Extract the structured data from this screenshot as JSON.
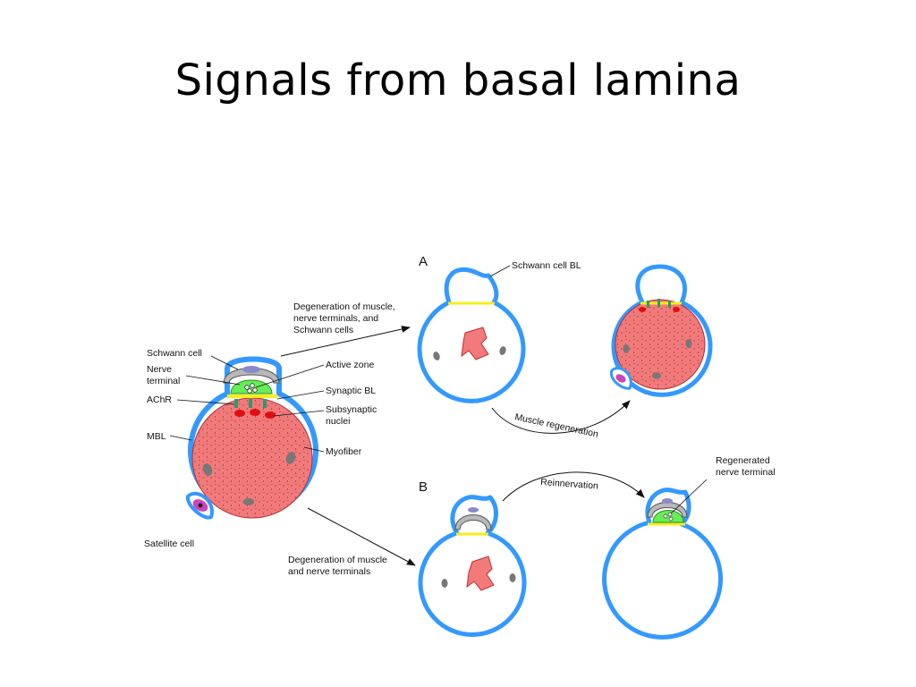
{
  "title": "Signals from basal lamina",
  "colors": {
    "basal_lamina": "#3399ff",
    "myofiber": "#f27a7a",
    "nerve_terminal": "#66ee55",
    "synaptic_bl": "#f5ef1c",
    "subsynaptic_nuclei": "#e01010",
    "achr": "#2e9a6a",
    "schwann": "#b8b8b8",
    "satellite": "#cc44bb"
  },
  "labels": {
    "schwann_cell": "Schwann cell",
    "nerve_terminal": [
      "Nerve",
      "terminal"
    ],
    "achr": "AChR",
    "mbl": "MBL",
    "satellite_cell": "Satellite cell",
    "active_zone": "Active zone",
    "synaptic_bl": "Synaptic BL",
    "subsynaptic_nuclei": [
      "Subsynaptic",
      "nuclei"
    ],
    "myofiber": "Myofiber",
    "degeneration_a": [
      "Degeneration of muscle,",
      "nerve terminals, and",
      "Schwann cells"
    ],
    "degeneration_b": [
      "Degeneration of muscle",
      "and nerve terminals"
    ],
    "panel_a": "A",
    "panel_b": "B",
    "schwann_cell_bl": "Schwann cell BL",
    "muscle_regeneration": "Muscle regeneration",
    "reinnervation": "Reinnervation",
    "regenerated_nerve_terminal": [
      "Regenerated",
      "nerve terminal"
    ]
  }
}
